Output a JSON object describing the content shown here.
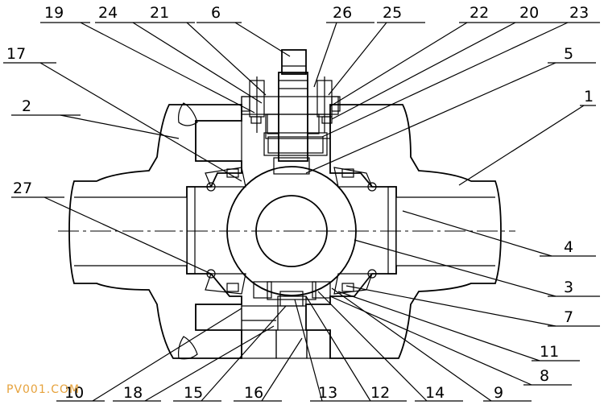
{
  "part_numbers": {
    "top": [
      "19",
      "24",
      "21",
      "6",
      "26",
      "25",
      "22",
      "20",
      "23"
    ],
    "left": [
      "17",
      "2",
      "27"
    ],
    "right": [
      "5",
      "1",
      "4",
      "3",
      "7",
      "11",
      "8"
    ],
    "bottom": [
      "10",
      "18",
      "15",
      "16",
      "13",
      "12",
      "14",
      "9"
    ]
  },
  "watermark": "PV001.COM",
  "colors": {
    "line": "#000000",
    "watermark": "#e6a23c",
    "background": "#ffffff"
  }
}
